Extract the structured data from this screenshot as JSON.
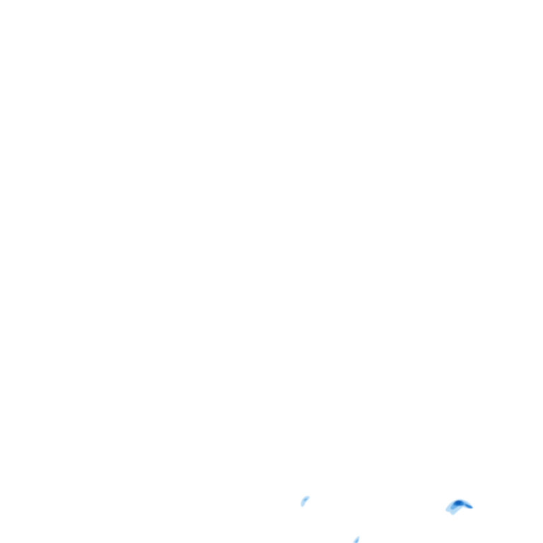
{
  "map": {
    "background_color": "#ffffff",
    "intensity_palette": {
      "light": "#b9dcf6",
      "medium": "#6fb3ea",
      "strong": "#2b86d6",
      "peak": "#0b5fb8"
    },
    "echoes": [
      {
        "id": "echo-small-west",
        "max_level": "medium"
      },
      {
        "id": "echo-cell-east",
        "max_level": "peak"
      },
      {
        "id": "echo-edge-south",
        "max_level": "medium"
      }
    ]
  }
}
